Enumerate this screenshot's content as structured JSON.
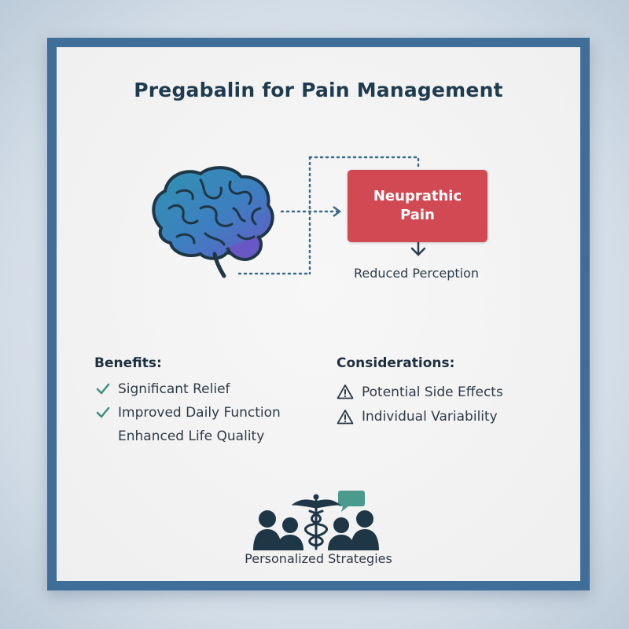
{
  "title": "Pregabalin for Pain Management",
  "diagram": {
    "pain_label": "Neuprathic Pain",
    "outcome_label": "Reduced Perception",
    "icons": [
      "brain-icon",
      "down-arrow-icon"
    ]
  },
  "benefits": {
    "heading": "Benefits:",
    "items": [
      "Significant Relief",
      "Improved Daily Function",
      "Enhanced Life Quality"
    ]
  },
  "considerations": {
    "heading": "Considerations:",
    "items": [
      "Potential Side Effects",
      "Individual Variability"
    ]
  },
  "footer": {
    "label": "Personalized Strategies",
    "icons": [
      "people-icon",
      "caduceus-icon",
      "chat-bubble-icon"
    ]
  },
  "colors": {
    "frame": "#3f6f99",
    "title": "#1f3b4f",
    "pain_box": "#d14a53",
    "check": "#3f8f7d",
    "people": "#1e3646",
    "chat": "#4a9a8e"
  }
}
